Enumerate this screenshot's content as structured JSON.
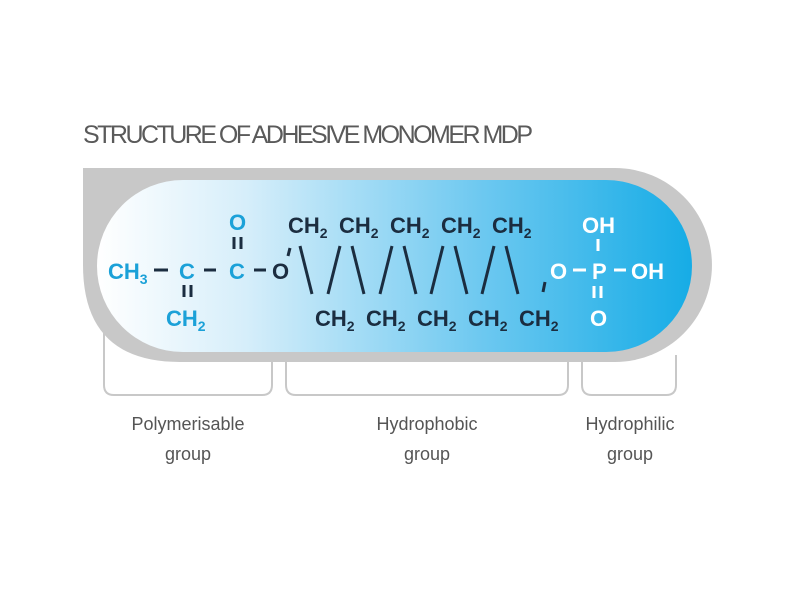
{
  "title": "STRUCTURE OF ADHESIVE MONOMER MDP",
  "formula": {
    "ch3": "CH",
    "ch3_sub": "3",
    "c": "C",
    "o": "O",
    "ch": "CH",
    "sub2": "2",
    "p": "P",
    "oh": "OH"
  },
  "groups": [
    {
      "line1": "Polymerisable",
      "line2": "group"
    },
    {
      "line1": "Hydrophobic",
      "line2": "group"
    },
    {
      "line1": "Hydrophilic",
      "line2": "group"
    }
  ],
  "colors": {
    "cyan": "#1ba1d8",
    "dark": "#1b2d40",
    "gray": "#c8c8c8"
  }
}
